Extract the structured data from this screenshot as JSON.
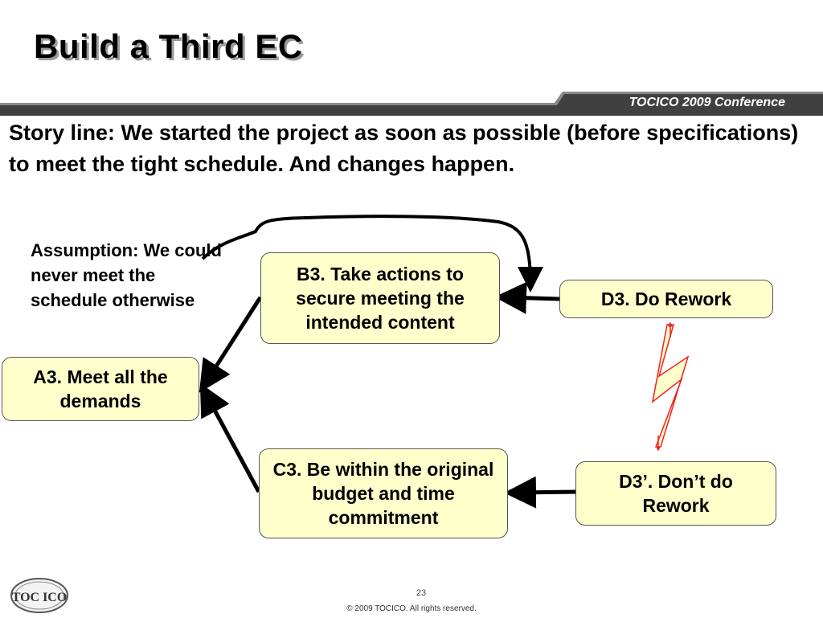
{
  "slide": {
    "title": "Build a Third EC",
    "conference": "TOCICO 2009 Conference",
    "story_line": "Story line: We started the project as soon as possible (before specifications) to meet the tight schedule.  And changes happen.",
    "assumption": "Assumption: We could never meet the schedule otherwise",
    "page_number": "23",
    "copyright": "© 2009 TOCICO. All rights reserved.",
    "logo_text": "TOC ICO"
  },
  "diagram": {
    "objective": "A3. Meet all the demands",
    "requirement_b": "B3. Take actions to secure meeting the intended content",
    "requirement_c": "C3. Be within the original budget and time commitment",
    "prerequisite_d": "D3. Do Rework",
    "prerequisite_d_prime": "D3’. Don’t do Rework"
  },
  "colors": {
    "box_fill": "#ffffcc",
    "banner": "#404040",
    "conference_text": "#ffffff",
    "conflict_bolt": "#ee2222"
  }
}
